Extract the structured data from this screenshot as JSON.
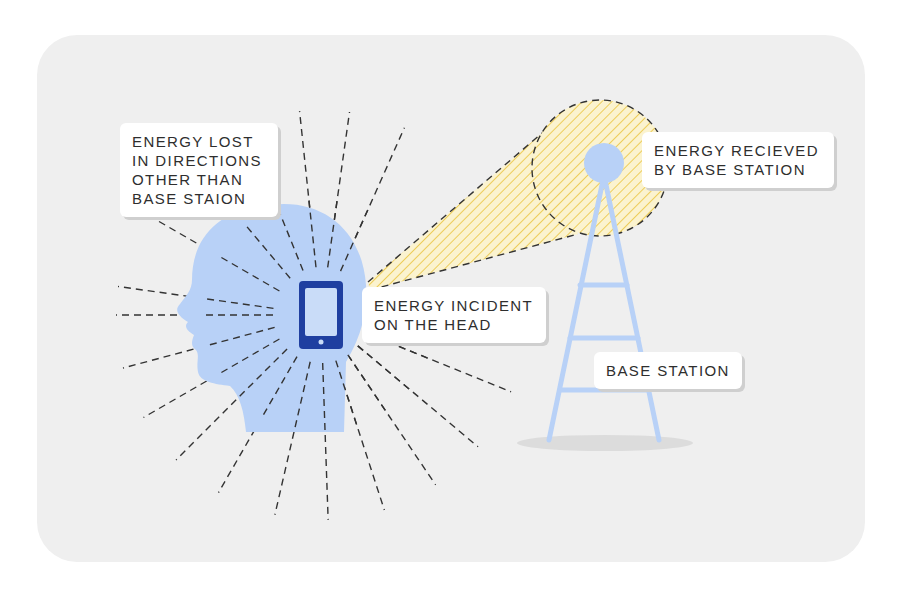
{
  "diagram": {
    "nodes": [
      {
        "text": [
          "ENERGY LOST IN DIRECTIONS OTHER THAN BASE STAION"
        ]
      },
      {
        "text": [
          "ENERGY RECIEVED BY BASE STATION"
        ]
      },
      {
        "text": [
          "ENERGY INCIDENT ON THE HEAD"
        ]
      },
      {
        "text": [
          "BASE STATION"
        ]
      }
    ]
  }
}
